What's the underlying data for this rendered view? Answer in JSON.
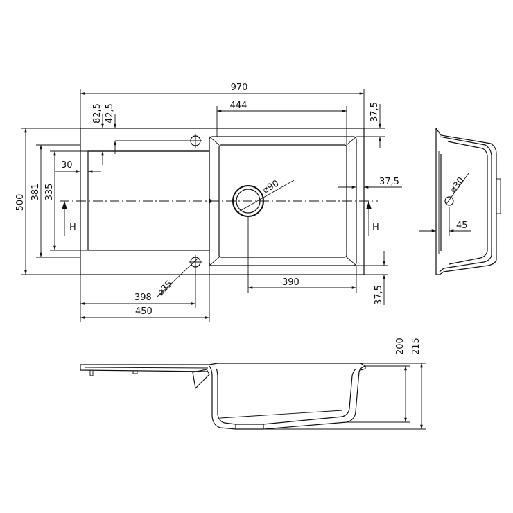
{
  "dimensions": {
    "overall_width": "970",
    "bowl_width": "444",
    "top_margin_right": "37,5",
    "top_offset_82": "82,5",
    "top_offset_42": "42,5",
    "drainer_inset": "30",
    "overall_depth": "500",
    "depth_381": "381",
    "depth_335": "335",
    "waste_diameter": "90",
    "side_margin": "37,5",
    "tap_hole_diameter": "35",
    "bottom_390": "390",
    "bottom_398": "398",
    "bottom_450": "450",
    "bottom_margin": "37,5",
    "section_waste_diameter": "30",
    "section_45": "45",
    "height_200": "200",
    "height_215": "215"
  },
  "diameter_symbol": "⌀",
  "section_marker": "H",
  "colors": {
    "ink": "#111111",
    "background": "#ffffff"
  }
}
